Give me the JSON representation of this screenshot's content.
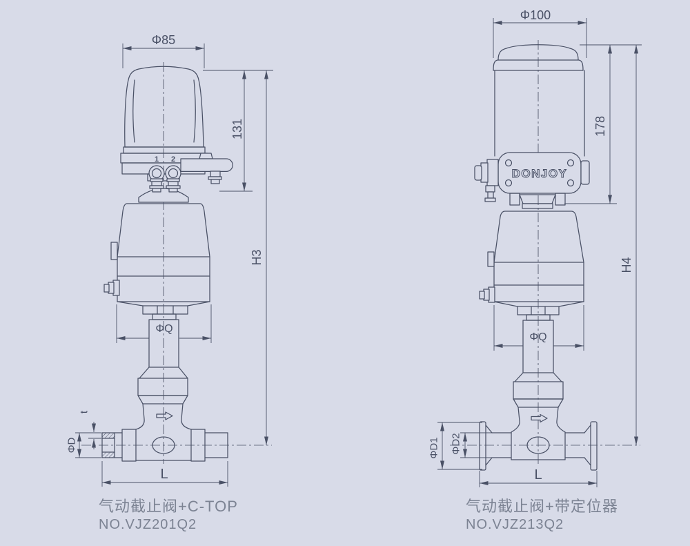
{
  "colors": {
    "background": "#d8dbe8",
    "line": "#4a5166",
    "caption": "#7c8393"
  },
  "left_valve": {
    "caption_line1": "气动截止阀+C-TOP",
    "caption_line2": "NO.VJZ201Q2",
    "port_labels": [
      "1",
      "2"
    ],
    "dims": {
      "top_width": "Φ85",
      "head_height": "131",
      "total_height": "H3",
      "actuator_diameter": "ΦQ",
      "wall_thickness": "t",
      "pipe_diameter": "ΦD",
      "length": "L"
    }
  },
  "right_valve": {
    "caption_line1": "气动截止阀+带定位器",
    "caption_line2": "NO.VJZ213Q2",
    "brand": "DONJOY",
    "dims": {
      "top_width": "Φ100",
      "positioner_height": "178",
      "total_height": "H4",
      "actuator_diameter": "ΦQ",
      "clamp_diameter": "ΦD1",
      "pipe_diameter": "ΦD2",
      "length": "L"
    }
  }
}
